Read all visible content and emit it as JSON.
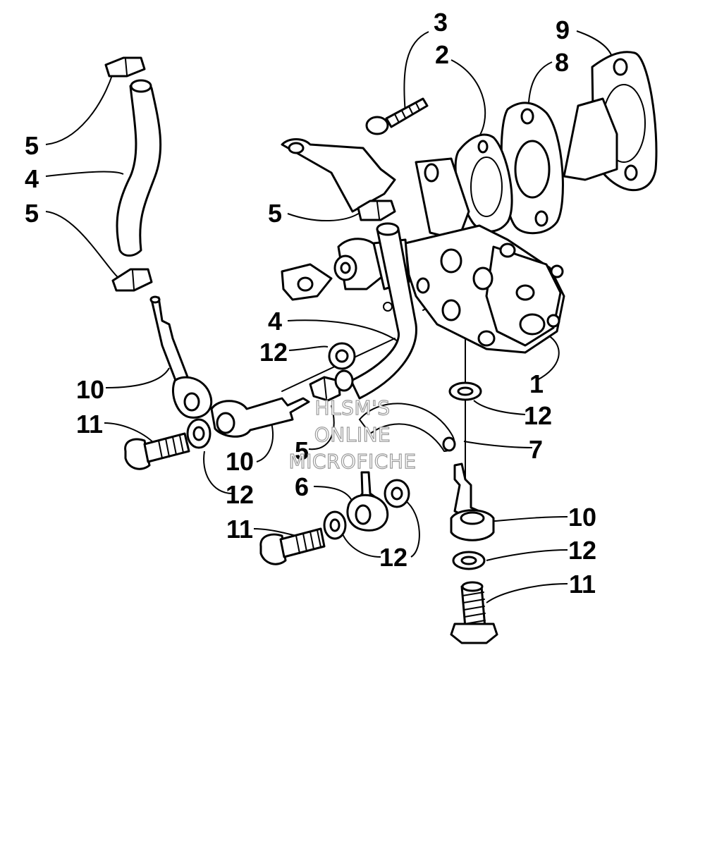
{
  "callouts": [
    {
      "id": "c3",
      "text": "3"
    },
    {
      "id": "c2",
      "text": "2"
    },
    {
      "id": "c9",
      "text": "9"
    },
    {
      "id": "c8",
      "text": "8"
    },
    {
      "id": "c5a",
      "text": "5"
    },
    {
      "id": "c4a",
      "text": "4"
    },
    {
      "id": "c5b",
      "text": "5"
    },
    {
      "id": "c5c",
      "text": "5"
    },
    {
      "id": "c4b",
      "text": "4"
    },
    {
      "id": "c12a",
      "text": "12"
    },
    {
      "id": "c1",
      "text": "1"
    },
    {
      "id": "c10a",
      "text": "10"
    },
    {
      "id": "c12b",
      "text": "12"
    },
    {
      "id": "c11a",
      "text": "11"
    },
    {
      "id": "c7",
      "text": "7"
    },
    {
      "id": "c10b",
      "text": "10"
    },
    {
      "id": "c5d",
      "text": "5"
    },
    {
      "id": "c12c",
      "text": "12"
    },
    {
      "id": "c6",
      "text": "6"
    },
    {
      "id": "c10c",
      "text": "10"
    },
    {
      "id": "c11b",
      "text": "11"
    },
    {
      "id": "c12d",
      "text": "12"
    },
    {
      "id": "c12e",
      "text": "12"
    },
    {
      "id": "c11c",
      "text": "11"
    }
  ],
  "watermark": {
    "line1": "HLSM'S",
    "line2": "ONLINE",
    "line3": "MICROFICHE"
  }
}
